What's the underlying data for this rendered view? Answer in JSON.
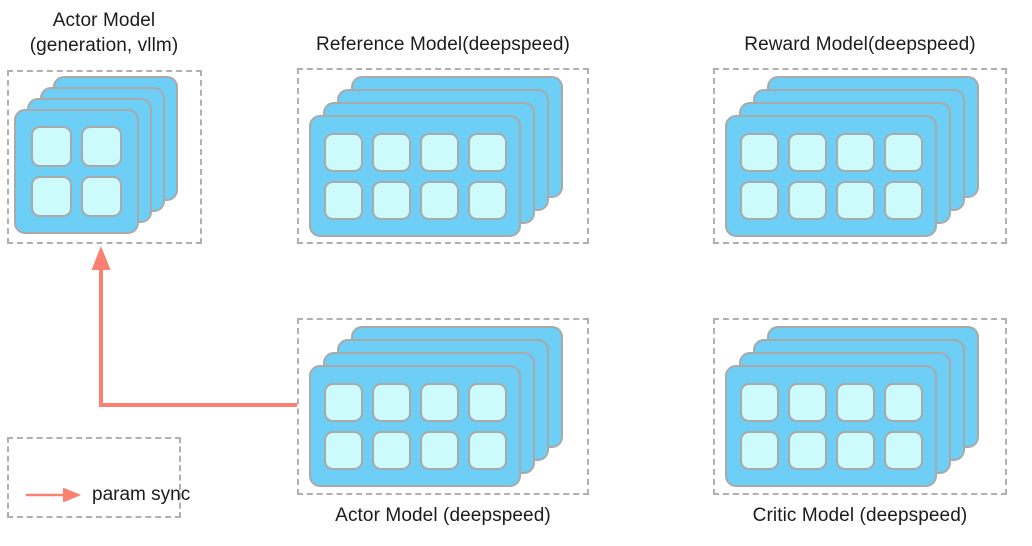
{
  "diagram": {
    "title": "",
    "colors": {
      "card_fill": "#6ECFF6",
      "card_border": "#a9a9a9",
      "chip_fill": "#CCFBFB",
      "dash_border": "#b0b0b0",
      "arrow": "#FA8072",
      "text": "#1b1b1b",
      "background": "#ffffff"
    },
    "groups": [
      {
        "id": "actor-model-generation-vllm",
        "title": "Actor Model\n(generation, vllm)",
        "title_position": "above",
        "cards": 4,
        "chip_cols": 2,
        "chip_rows": 2,
        "chip_count": 4
      },
      {
        "id": "reference-model-deepspeed",
        "title": "Reference Model(deepspeed)",
        "title_position": "above",
        "cards": 4,
        "chip_cols": 4,
        "chip_rows": 2,
        "chip_count": 8
      },
      {
        "id": "reward-model-deepspeed",
        "title": "Reward Model(deepspeed)",
        "title_position": "above",
        "cards": 4,
        "chip_cols": 4,
        "chip_rows": 2,
        "chip_count": 8
      },
      {
        "id": "actor-model-deepspeed",
        "title": "Actor Model (deepspeed)",
        "title_position": "below",
        "cards": 4,
        "chip_cols": 4,
        "chip_rows": 2,
        "chip_count": 8
      },
      {
        "id": "critic-model-deepspeed",
        "title": "Critic Model (deepspeed)",
        "title_position": "below",
        "cards": 4,
        "chip_cols": 4,
        "chip_rows": 2,
        "chip_count": 8
      }
    ],
    "connections": [
      {
        "id": "param-sync-connection",
        "label": "",
        "from": "actor-model-deepspeed",
        "to": "actor-model-generation-vllm",
        "style": "elbow-arrow",
        "color": "#FA8072"
      }
    ],
    "legend": {
      "id": "legend-box",
      "items": [
        {
          "label": "param sync",
          "marker": "arrow-right-icon",
          "color": "#FA8072"
        }
      ]
    }
  }
}
